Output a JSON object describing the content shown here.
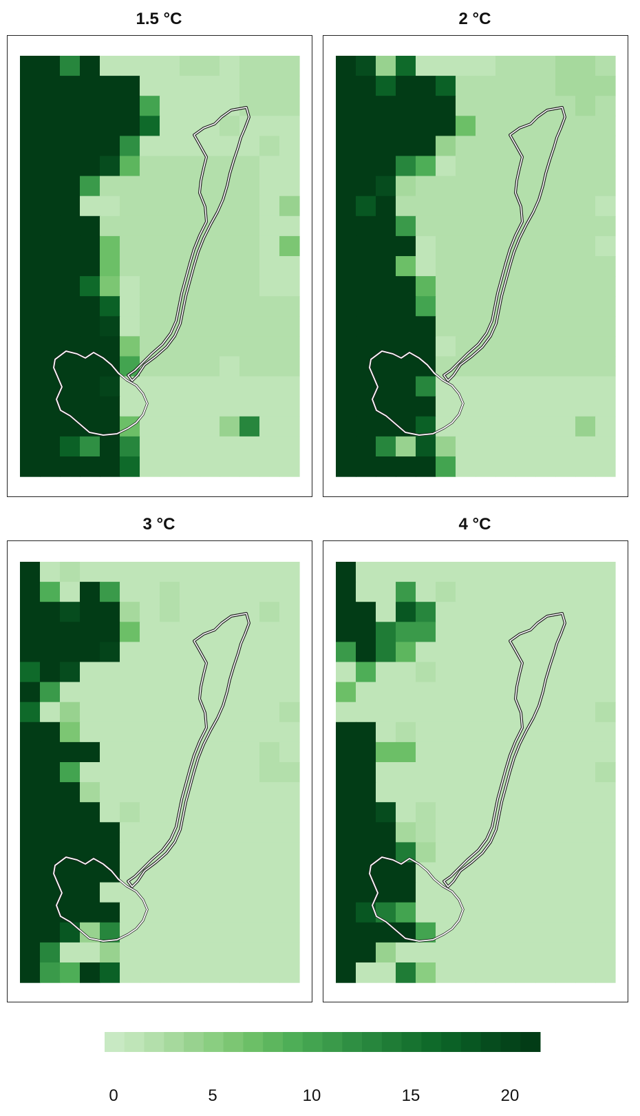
{
  "chart_data": [
    {
      "type": "heatmap",
      "title": "1.5 °C",
      "grid_cols": 14,
      "grid_rows": 21,
      "grid": [
        [
          21,
          21,
          13,
          21,
          1,
          1,
          1,
          1,
          2,
          2,
          1,
          2,
          2,
          2
        ],
        [
          21,
          21,
          21,
          21,
          21,
          21,
          1,
          1,
          1,
          1,
          1,
          2,
          2,
          2
        ],
        [
          21,
          21,
          21,
          21,
          21,
          21,
          10,
          1,
          1,
          1,
          1,
          2,
          2,
          2
        ],
        [
          21,
          21,
          21,
          21,
          21,
          21,
          16,
          1,
          1,
          1,
          2,
          1,
          1,
          1
        ],
        [
          21,
          21,
          21,
          21,
          21,
          12,
          1,
          1,
          1,
          1,
          1,
          1,
          2,
          1
        ],
        [
          21,
          21,
          21,
          21,
          19,
          8,
          2,
          2,
          2,
          2,
          2,
          2,
          1,
          1
        ],
        [
          21,
          21,
          21,
          11,
          2,
          2,
          2,
          2,
          2,
          2,
          2,
          2,
          1,
          1
        ],
        [
          21,
          21,
          21,
          1,
          1,
          2,
          2,
          2,
          2,
          2,
          2,
          2,
          1,
          4
        ],
        [
          21,
          21,
          21,
          21,
          2,
          2,
          2,
          2,
          2,
          2,
          2,
          2,
          1,
          1
        ],
        [
          21,
          21,
          21,
          21,
          7,
          2,
          2,
          2,
          2,
          2,
          2,
          2,
          1,
          6
        ],
        [
          21,
          21,
          21,
          21,
          7,
          2,
          2,
          2,
          2,
          2,
          2,
          2,
          1,
          1
        ],
        [
          21,
          21,
          21,
          16,
          6,
          1,
          2,
          2,
          2,
          2,
          2,
          2,
          1,
          1
        ],
        [
          21,
          21,
          21,
          21,
          17,
          1,
          2,
          2,
          2,
          2,
          2,
          2,
          2,
          2
        ],
        [
          21,
          21,
          21,
          21,
          20,
          1,
          2,
          2,
          2,
          2,
          2,
          2,
          2,
          2
        ],
        [
          21,
          21,
          21,
          21,
          21,
          6,
          2,
          2,
          2,
          2,
          2,
          2,
          2,
          2
        ],
        [
          21,
          21,
          21,
          21,
          21,
          10,
          2,
          2,
          2,
          2,
          1,
          2,
          2,
          2
        ],
        [
          21,
          21,
          21,
          21,
          20,
          1,
          1,
          1,
          1,
          1,
          1,
          1,
          1,
          1
        ],
        [
          21,
          21,
          21,
          21,
          21,
          1,
          1,
          1,
          1,
          1,
          1,
          1,
          1,
          1
        ],
        [
          21,
          21,
          21,
          21,
          21,
          7,
          1,
          1,
          1,
          1,
          4,
          13,
          1,
          1
        ],
        [
          21,
          21,
          17,
          12,
          21,
          13,
          1,
          1,
          1,
          1,
          1,
          1,
          1,
          1
        ],
        [
          21,
          21,
          21,
          21,
          21,
          16,
          1,
          1,
          1,
          1,
          1,
          1,
          1,
          1
        ]
      ]
    },
    {
      "type": "heatmap",
      "title": "2 °C",
      "grid_cols": 14,
      "grid_rows": 21,
      "grid": [
        [
          21,
          19,
          4,
          16,
          1,
          1,
          1,
          1,
          2,
          2,
          2,
          3,
          3,
          2
        ],
        [
          21,
          21,
          17,
          21,
          21,
          17,
          2,
          2,
          2,
          2,
          2,
          3,
          3,
          3
        ],
        [
          21,
          21,
          21,
          21,
          21,
          21,
          2,
          2,
          2,
          2,
          2,
          2,
          3,
          2
        ],
        [
          21,
          21,
          21,
          21,
          21,
          21,
          7,
          2,
          2,
          2,
          2,
          2,
          2,
          2
        ],
        [
          21,
          21,
          21,
          21,
          21,
          4,
          2,
          2,
          2,
          2,
          2,
          2,
          2,
          2
        ],
        [
          21,
          21,
          21,
          13,
          9,
          1,
          2,
          2,
          2,
          2,
          2,
          2,
          2,
          2
        ],
        [
          21,
          21,
          19,
          3,
          2,
          2,
          2,
          2,
          2,
          2,
          2,
          2,
          2,
          2
        ],
        [
          21,
          18,
          21,
          2,
          2,
          2,
          2,
          2,
          2,
          2,
          2,
          2,
          2,
          1
        ],
        [
          21,
          21,
          21,
          11,
          2,
          2,
          2,
          2,
          2,
          2,
          2,
          2,
          2,
          2
        ],
        [
          21,
          21,
          21,
          21,
          1,
          2,
          2,
          2,
          2,
          2,
          2,
          2,
          2,
          1
        ],
        [
          21,
          21,
          21,
          7,
          1,
          2,
          2,
          2,
          2,
          2,
          2,
          2,
          2,
          2
        ],
        [
          21,
          21,
          21,
          21,
          8,
          2,
          2,
          2,
          2,
          2,
          2,
          2,
          2,
          2
        ],
        [
          21,
          21,
          21,
          21,
          10,
          2,
          2,
          2,
          2,
          2,
          2,
          2,
          2,
          2
        ],
        [
          21,
          21,
          21,
          21,
          21,
          2,
          2,
          2,
          2,
          2,
          2,
          2,
          2,
          2
        ],
        [
          21,
          21,
          21,
          21,
          21,
          1,
          2,
          2,
          2,
          2,
          2,
          2,
          2,
          2
        ],
        [
          21,
          21,
          21,
          21,
          21,
          2,
          2,
          2,
          2,
          2,
          2,
          2,
          2,
          2
        ],
        [
          21,
          21,
          21,
          21,
          13,
          1,
          1,
          1,
          1,
          1,
          1,
          1,
          1,
          1
        ],
        [
          21,
          21,
          21,
          21,
          21,
          1,
          1,
          1,
          1,
          1,
          1,
          1,
          1,
          1
        ],
        [
          21,
          21,
          21,
          21,
          17,
          1,
          1,
          1,
          1,
          1,
          1,
          1,
          4,
          1
        ],
        [
          21,
          21,
          13,
          4,
          18,
          4,
          1,
          1,
          1,
          1,
          1,
          1,
          1,
          1
        ],
        [
          21,
          21,
          21,
          21,
          21,
          10,
          1,
          1,
          1,
          1,
          1,
          1,
          1,
          1
        ]
      ]
    },
    {
      "type": "heatmap",
      "title": "3 °C",
      "grid_cols": 14,
      "grid_rows": 21,
      "grid": [
        [
          21,
          1,
          2,
          1,
          1,
          1,
          1,
          1,
          1,
          1,
          1,
          1,
          1,
          1
        ],
        [
          21,
          9,
          1,
          21,
          11,
          1,
          1,
          2,
          1,
          1,
          1,
          1,
          1,
          1
        ],
        [
          21,
          21,
          19,
          21,
          21,
          3,
          1,
          2,
          1,
          1,
          1,
          1,
          2,
          1
        ],
        [
          21,
          21,
          21,
          21,
          21,
          7,
          1,
          1,
          1,
          1,
          1,
          1,
          1,
          1
        ],
        [
          21,
          21,
          21,
          21,
          20,
          1,
          1,
          1,
          1,
          1,
          1,
          1,
          1,
          1
        ],
        [
          16,
          21,
          19,
          1,
          1,
          1,
          1,
          1,
          1,
          1,
          1,
          1,
          1,
          1
        ],
        [
          21,
          11,
          1,
          1,
          1,
          1,
          1,
          1,
          1,
          1,
          1,
          1,
          1,
          1
        ],
        [
          16,
          1,
          4,
          1,
          1,
          1,
          1,
          1,
          1,
          1,
          1,
          1,
          1,
          2
        ],
        [
          21,
          21,
          6,
          1,
          1,
          1,
          1,
          1,
          1,
          1,
          1,
          1,
          1,
          1
        ],
        [
          21,
          21,
          21,
          21,
          1,
          1,
          1,
          1,
          1,
          1,
          1,
          1,
          2,
          1
        ],
        [
          21,
          21,
          10,
          1,
          1,
          1,
          1,
          1,
          1,
          1,
          1,
          1,
          2,
          2
        ],
        [
          21,
          21,
          21,
          3,
          1,
          1,
          1,
          1,
          1,
          1,
          1,
          1,
          1,
          1
        ],
        [
          21,
          21,
          21,
          21,
          1,
          2,
          1,
          1,
          1,
          1,
          1,
          1,
          1,
          1
        ],
        [
          21,
          21,
          21,
          21,
          21,
          1,
          1,
          1,
          1,
          1,
          1,
          1,
          1,
          1
        ],
        [
          21,
          21,
          21,
          21,
          21,
          1,
          1,
          1,
          1,
          1,
          1,
          1,
          1,
          1
        ],
        [
          21,
          21,
          21,
          21,
          21,
          1,
          1,
          1,
          1,
          1,
          1,
          1,
          1,
          1
        ],
        [
          21,
          21,
          21,
          21,
          1,
          1,
          1,
          1,
          1,
          1,
          1,
          1,
          1,
          1
        ],
        [
          21,
          21,
          21,
          21,
          21,
          1,
          1,
          1,
          1,
          1,
          1,
          1,
          1,
          1
        ],
        [
          21,
          21,
          18,
          4,
          13,
          1,
          1,
          1,
          1,
          1,
          1,
          1,
          1,
          1
        ],
        [
          21,
          13,
          1,
          1,
          4,
          1,
          1,
          1,
          1,
          1,
          1,
          1,
          1,
          1
        ],
        [
          21,
          11,
          9,
          21,
          17,
          1,
          1,
          1,
          1,
          1,
          1,
          1,
          1,
          1
        ]
      ]
    },
    {
      "type": "heatmap",
      "title": "4 °C",
      "grid_cols": 14,
      "grid_rows": 21,
      "grid": [
        [
          21,
          1,
          1,
          1,
          1,
          1,
          1,
          1,
          1,
          1,
          1,
          1,
          1,
          1
        ],
        [
          21,
          1,
          1,
          11,
          1,
          2,
          1,
          1,
          1,
          1,
          1,
          1,
          1,
          1
        ],
        [
          21,
          21,
          1,
          18,
          13,
          1,
          1,
          1,
          1,
          1,
          1,
          1,
          1,
          1
        ],
        [
          21,
          21,
          14,
          11,
          11,
          1,
          1,
          1,
          1,
          1,
          1,
          1,
          1,
          1
        ],
        [
          11,
          21,
          14,
          8,
          1,
          1,
          1,
          1,
          1,
          1,
          1,
          1,
          1,
          1
        ],
        [
          1,
          9,
          1,
          1,
          2,
          1,
          1,
          1,
          1,
          1,
          1,
          1,
          1,
          1
        ],
        [
          7,
          1,
          1,
          1,
          1,
          1,
          1,
          1,
          1,
          1,
          1,
          1,
          1,
          1
        ],
        [
          1,
          1,
          1,
          1,
          1,
          1,
          1,
          1,
          1,
          1,
          1,
          1,
          1,
          2
        ],
        [
          21,
          21,
          1,
          2,
          1,
          1,
          1,
          1,
          1,
          1,
          1,
          1,
          1,
          1
        ],
        [
          21,
          21,
          7,
          7,
          1,
          1,
          1,
          1,
          1,
          1,
          1,
          1,
          1,
          1
        ],
        [
          21,
          21,
          1,
          1,
          1,
          1,
          1,
          1,
          1,
          1,
          1,
          1,
          1,
          2
        ],
        [
          21,
          21,
          1,
          1,
          1,
          1,
          1,
          1,
          1,
          1,
          1,
          1,
          1,
          1
        ],
        [
          21,
          21,
          19,
          1,
          2,
          1,
          1,
          1,
          1,
          1,
          1,
          1,
          1,
          1
        ],
        [
          21,
          21,
          21,
          3,
          2,
          1,
          1,
          1,
          1,
          1,
          1,
          1,
          1,
          1
        ],
        [
          21,
          21,
          21,
          14,
          3,
          1,
          1,
          1,
          1,
          1,
          1,
          1,
          1,
          1
        ],
        [
          21,
          21,
          21,
          21,
          1,
          1,
          1,
          1,
          1,
          1,
          1,
          1,
          1,
          1
        ],
        [
          21,
          21,
          21,
          21,
          1,
          1,
          1,
          1,
          1,
          1,
          1,
          1,
          1,
          1
        ],
        [
          21,
          18,
          14,
          10,
          1,
          1,
          1,
          1,
          1,
          1,
          1,
          1,
          1,
          1
        ],
        [
          21,
          21,
          21,
          21,
          10,
          1,
          1,
          1,
          1,
          1,
          1,
          1,
          1,
          1
        ],
        [
          21,
          21,
          4,
          1,
          1,
          1,
          1,
          1,
          1,
          1,
          1,
          1,
          1,
          1
        ],
        [
          21,
          1,
          1,
          14,
          5,
          1,
          1,
          1,
          1,
          1,
          1,
          1,
          1,
          1
        ]
      ]
    }
  ],
  "colorbar": {
    "min": 0,
    "max": 21,
    "bins": 22,
    "ticks": [
      0,
      5,
      10,
      15,
      20
    ],
    "tick_labels": [
      "0",
      "5",
      "10",
      "15",
      "20"
    ],
    "palette": [
      "#c8e9c3",
      "#bfe5b8",
      "#b3dfab",
      "#a6d99d",
      "#98d28f",
      "#8ace81",
      "#7cc673",
      "#6cbf67",
      "#5db65e",
      "#4eae57",
      "#43a450",
      "#3a9a4a",
      "#2f8f43",
      "#27863d",
      "#1f7c36",
      "#177330",
      "#0f6a2a",
      "#0b6126",
      "#085722",
      "#064c1e",
      "#04441a",
      "#023c16"
    ]
  }
}
